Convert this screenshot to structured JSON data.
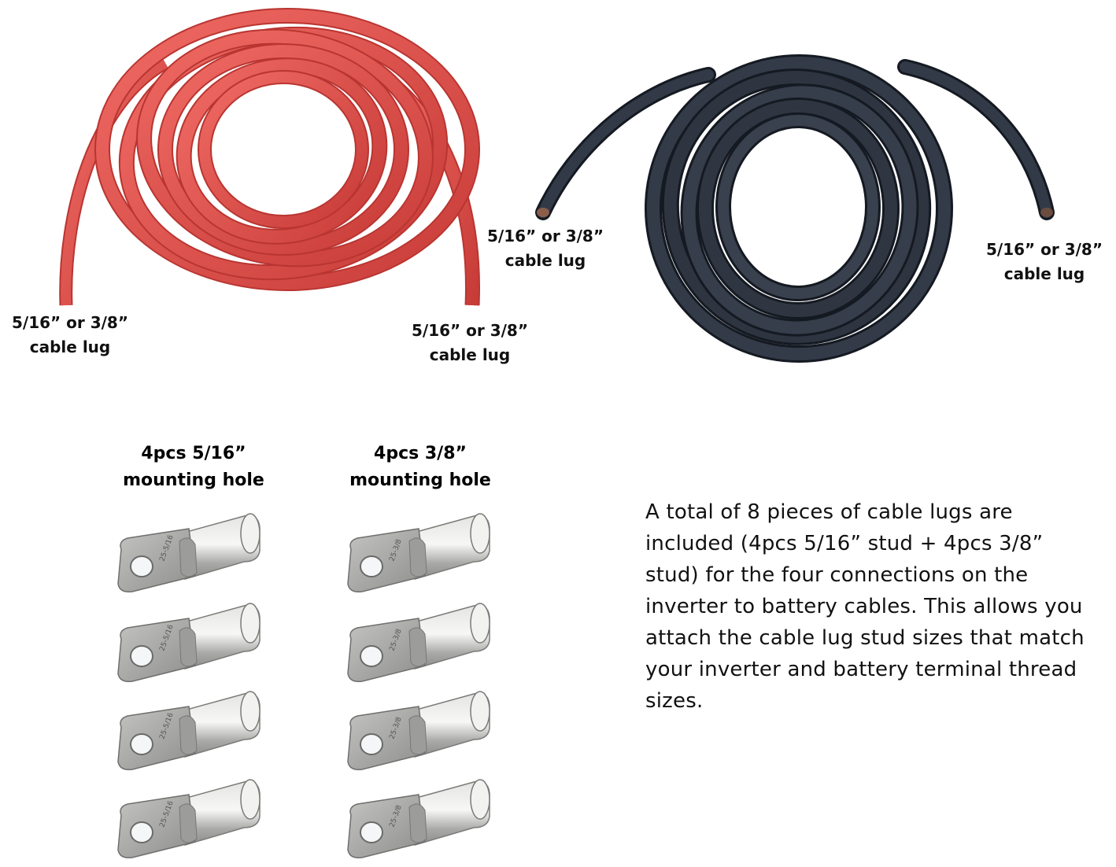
{
  "red_cable": {
    "color": "#e8504c",
    "left_label": {
      "line1": "5/16” or 3/8”",
      "line2": "cable lug"
    },
    "right_label": {
      "line1": "5/16” or 3/8”",
      "line2": "cable lug"
    }
  },
  "black_cable": {
    "color": "#2e3440",
    "left_label": {
      "line1": "5/16” or 3/8”",
      "line2": "cable lug"
    },
    "right_label": {
      "line1": "5/16” or 3/8”",
      "line2": "cable lug"
    }
  },
  "lug_columns": [
    {
      "title_line1": "4pcs 5/16”",
      "title_line2": "mounting hole",
      "count": 4,
      "stamp": "25-5/16"
    },
    {
      "title_line1": "4pcs 3/8”",
      "title_line2": "mounting hole",
      "count": 4,
      "stamp": "25-3/8"
    }
  ],
  "description": "A total of 8 pieces of cable lugs are included (4pcs 5/16” stud + 4pcs 3/8” stud) for the four connections on the inverter to battery cables. This allows you attach the cable lug stud sizes that match your inverter and battery terminal thread sizes.",
  "colors": {
    "lug_metal": "#b9b9b7",
    "lug_shadow": "#7e7e7c",
    "background": "#ffffff"
  }
}
